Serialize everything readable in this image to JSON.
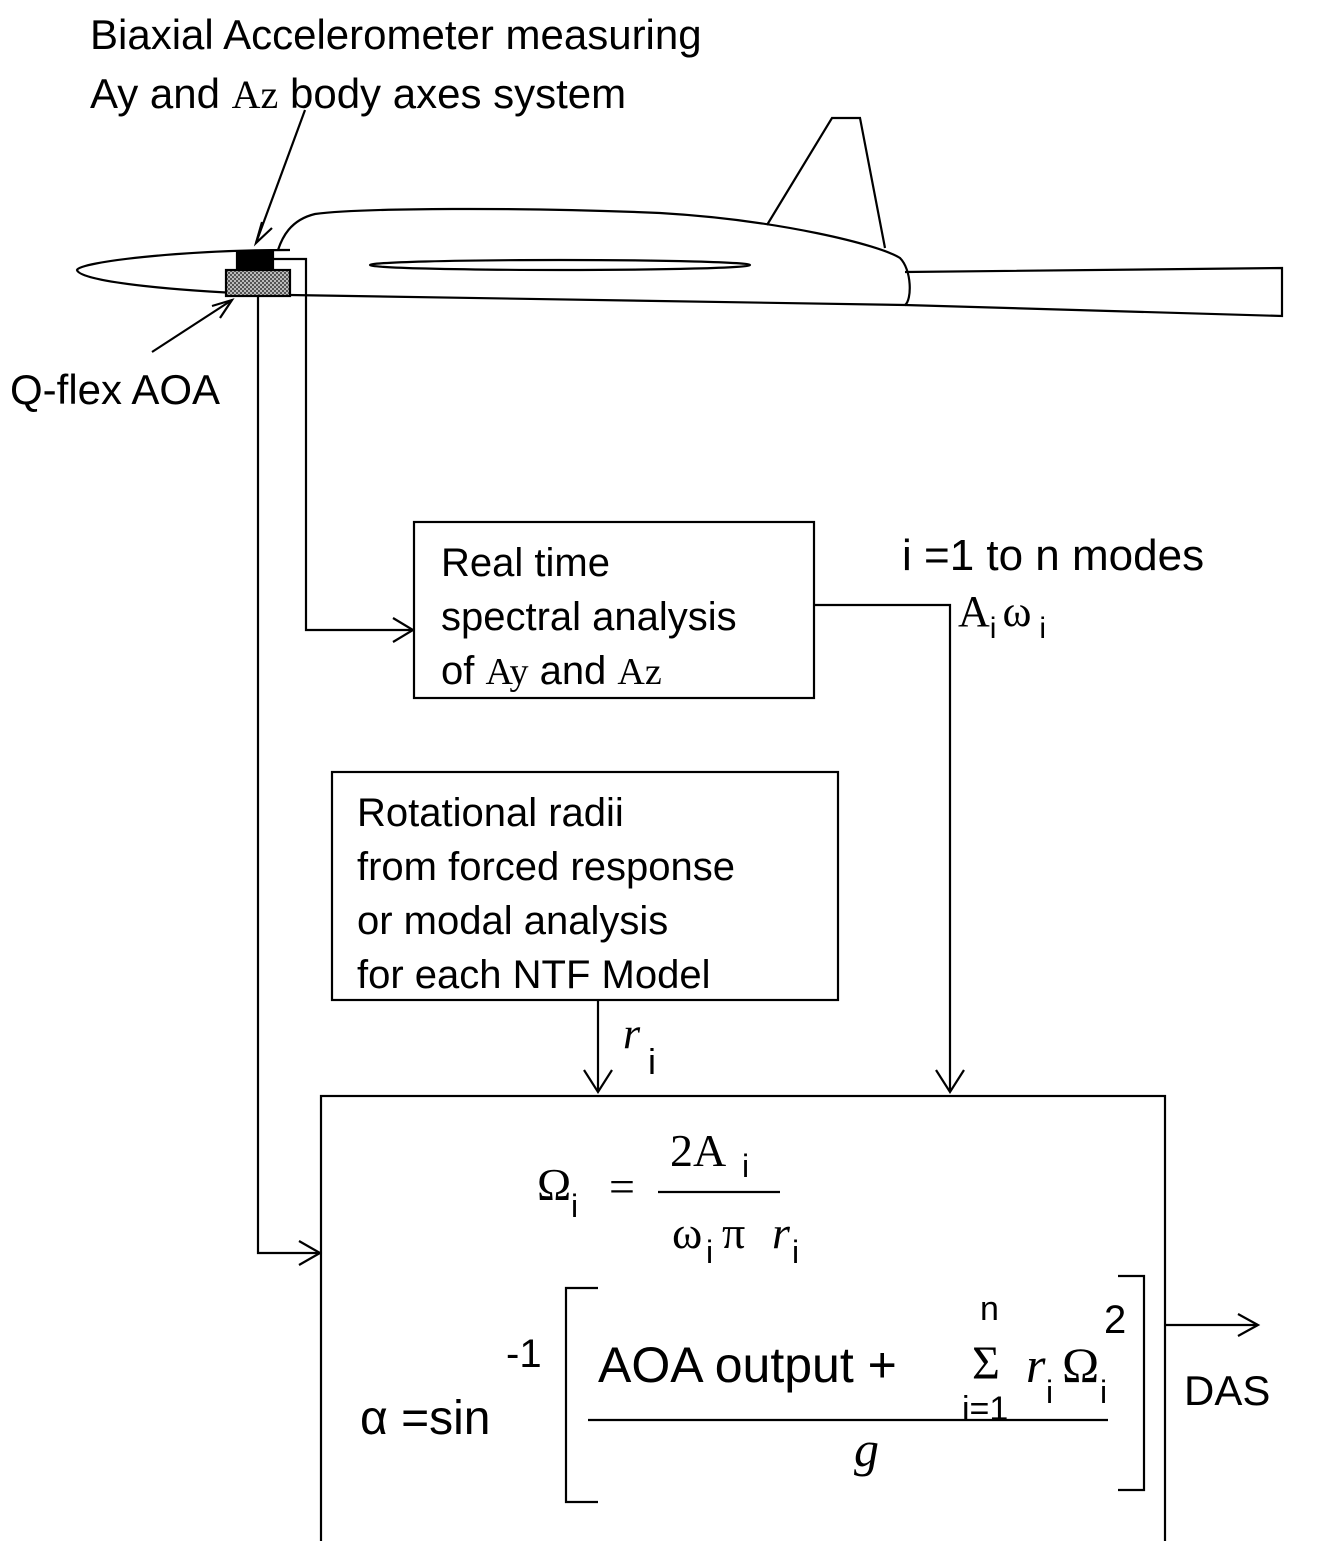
{
  "annotations": {
    "accelerometer_line1": "Biaxial Accelerometer measuring",
    "accelerometer_line2_a": "Ay and ",
    "accelerometer_line2_az": "Az",
    "accelerometer_line2_b": " body axes system",
    "qflex": "Q-flex AOA",
    "modes_line1": "i =1 to n modes",
    "modes_A": "A",
    "modes_i1": "i",
    "modes_omega": "ω",
    "modes_i2": "i",
    "r_symbol": "r",
    "r_sub": "i",
    "das": "DAS"
  },
  "spectral_box": {
    "line1": "Real time",
    "line2": "spectral analysis",
    "line3_a": "of ",
    "line3_ay": "Ay",
    "line3_b": " and ",
    "line3_az": "Az"
  },
  "radii_box": {
    "line1": "Rotational radii",
    "line2": "from forced response",
    "line3": "or modal analysis",
    "line4": "for each NTF Model"
  },
  "equation_box": {
    "omega_lhs": "Ω",
    "omega_lhs_sub": "i",
    "equals": "=",
    "num": "2A",
    "num_sub": "i",
    "den_omega": "ω",
    "den_omega_sub": "i",
    "den_pi": "π",
    "den_r": "r",
    "den_r_sub": "i",
    "alpha_lhs": "α =sin",
    "inverse": "-1",
    "aoa_output": "AOA output +",
    "sigma": "Σ",
    "sum_top": "n",
    "sum_bottom": "i=1",
    "r": "r",
    "r_sub": "i",
    "big_omega": "Ω",
    "big_omega_sub": "i",
    "squared": "2",
    "g": "g"
  }
}
